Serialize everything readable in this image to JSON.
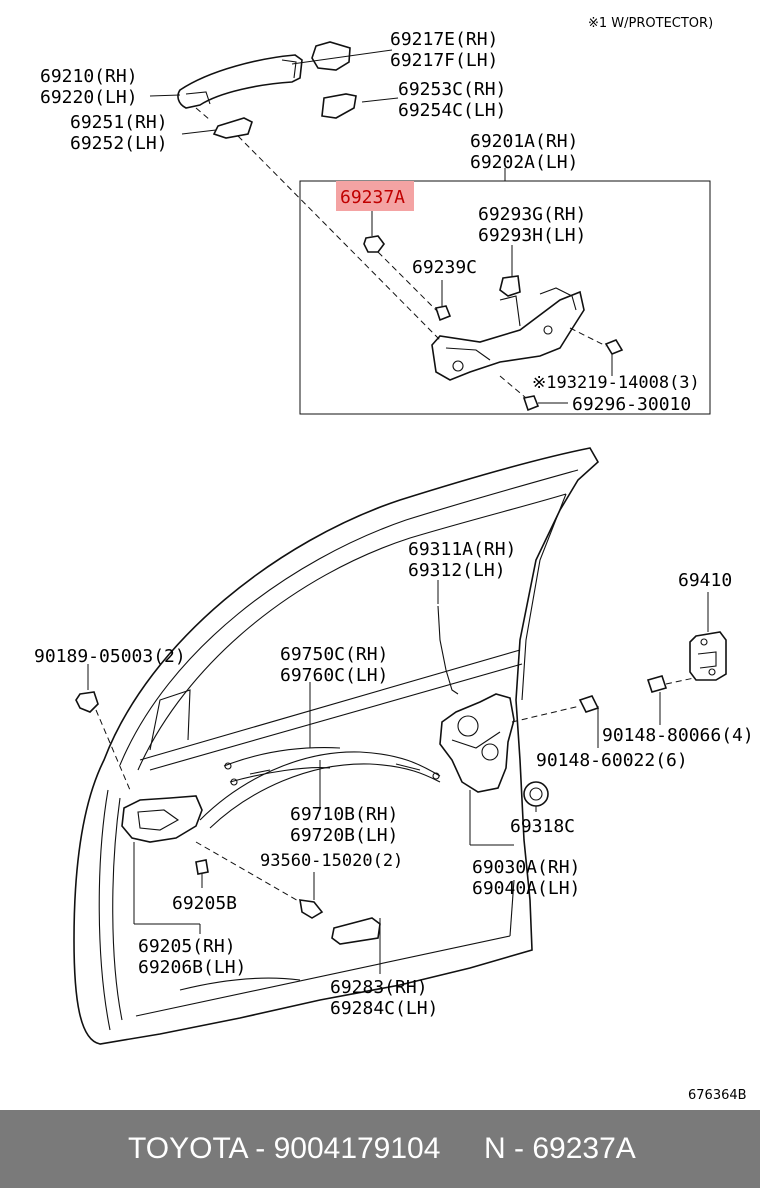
{
  "note_protector": "※1 W/PROTECTOR)",
  "diagram_id": "676364B",
  "highlight_color": "#f4a3a3",
  "parts": [
    {
      "id": "p_69217",
      "lines": [
        "69217E(RH)",
        "69217F(LH)"
      ]
    },
    {
      "id": "p_69210",
      "lines": [
        "69210(RH)",
        "69220(LH)"
      ]
    },
    {
      "id": "p_69253",
      "lines": [
        "69253C(RH)",
        "69254C(LH)"
      ]
    },
    {
      "id": "p_69251",
      "lines": [
        "69251(RH)",
        "69252(LH)"
      ]
    },
    {
      "id": "p_69201",
      "lines": [
        "69201A(RH)",
        "69202A(LH)"
      ]
    },
    {
      "id": "p_69237",
      "lines": [
        "69237A"
      ]
    },
    {
      "id": "p_69293",
      "lines": [
        "69293G(RH)",
        "69293H(LH)"
      ]
    },
    {
      "id": "p_69239",
      "lines": [
        "69239C"
      ]
    },
    {
      "id": "p_93219",
      "lines": [
        "※193219-14008(3)"
      ]
    },
    {
      "id": "p_69296",
      "lines": [
        "69296-30010"
      ]
    },
    {
      "id": "p_69311",
      "lines": [
        "69311A(RH)",
        "69312(LH)"
      ]
    },
    {
      "id": "p_69410",
      "lines": [
        "69410"
      ]
    },
    {
      "id": "p_90189",
      "lines": [
        "90189-05003(2)"
      ]
    },
    {
      "id": "p_69750",
      "lines": [
        "69750C(RH)",
        "69760C(LH)"
      ]
    },
    {
      "id": "p_90148a",
      "lines": [
        "90148-80066(4)"
      ]
    },
    {
      "id": "p_90148b",
      "lines": [
        "90148-60022(6)"
      ]
    },
    {
      "id": "p_69710",
      "lines": [
        "69710B(RH)",
        "69720B(LH)"
      ]
    },
    {
      "id": "p_69318",
      "lines": [
        "69318C"
      ]
    },
    {
      "id": "p_93560",
      "lines": [
        "93560-15020(2)"
      ]
    },
    {
      "id": "p_69030",
      "lines": [
        "69030A(RH)",
        "69040A(LH)"
      ]
    },
    {
      "id": "p_69205b",
      "lines": [
        "69205B"
      ]
    },
    {
      "id": "p_69205",
      "lines": [
        "69205(RH)",
        "69206B(LH)"
      ]
    },
    {
      "id": "p_69283",
      "lines": [
        "69283(RH)",
        "69284C(LH)"
      ]
    }
  ],
  "footer": {
    "brand": "TOYOTA - 9004179104",
    "part_number": "N - 69237A"
  }
}
